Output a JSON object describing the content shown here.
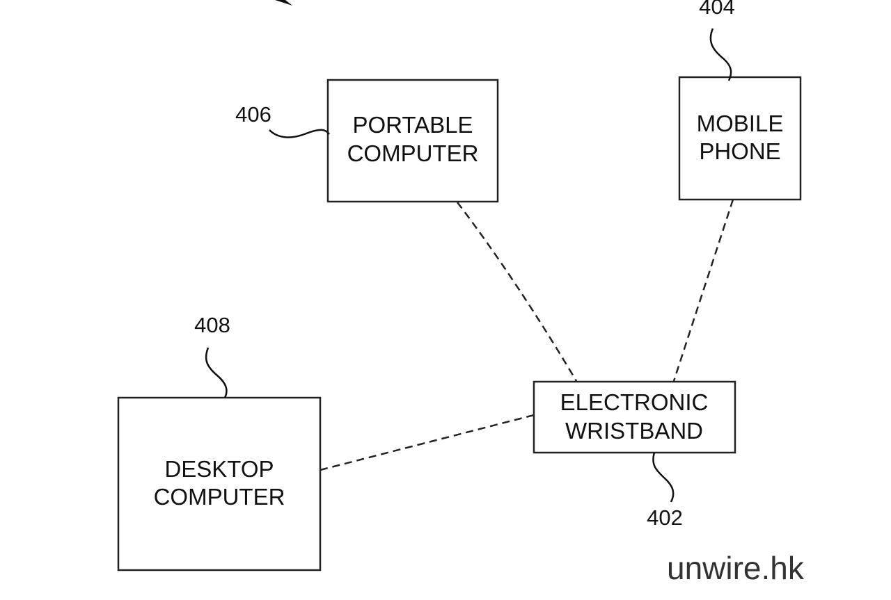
{
  "diagram": {
    "nodes": [
      {
        "id": "402",
        "line1": "ELECTRONIC",
        "line2": "WRISTBAND",
        "ref": "402"
      },
      {
        "id": "404",
        "line1": "MOBILE",
        "line2": "PHONE",
        "ref": "404"
      },
      {
        "id": "406",
        "line1": "PORTABLE",
        "line2": "COMPUTER",
        "ref": "406"
      },
      {
        "id": "408",
        "line1": "DESKTOP",
        "line2": "COMPUTER",
        "ref": "408"
      }
    ],
    "edges": [
      {
        "from": "406",
        "to": "402",
        "style": "dashed"
      },
      {
        "from": "404",
        "to": "402",
        "style": "dashed"
      },
      {
        "from": "408",
        "to": "402",
        "style": "dashed"
      }
    ]
  },
  "watermark": "unwire.hk"
}
